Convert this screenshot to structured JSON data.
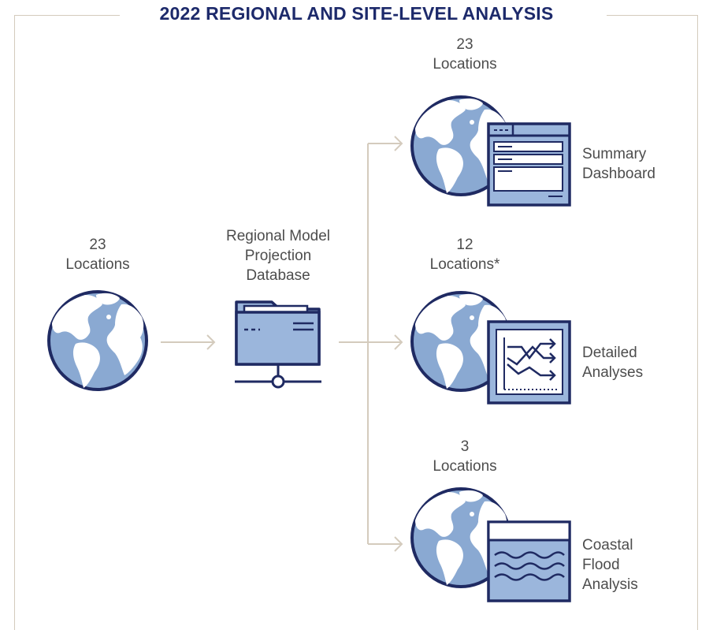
{
  "title": "2022 REGIONAL AND SITE-LEVEL ANALYSIS",
  "input": {
    "count": "23",
    "unit": "Locations"
  },
  "database": {
    "line1": "Regional Model",
    "line2": "Projection",
    "line3": "Database"
  },
  "outputs": [
    {
      "count": "23",
      "unit": "Locations",
      "label_line1": "Summary",
      "label_line2": "Dashboard",
      "label_line3": "",
      "icon": "dashboard-window-icon"
    },
    {
      "count": "12",
      "unit": "Locations*",
      "label_line1": "Detailed",
      "label_line2": "Analyses",
      "label_line3": "",
      "icon": "trend-chart-icon"
    },
    {
      "count": "3",
      "unit": "Locations",
      "label_line1": "Coastal",
      "label_line2": "Flood",
      "label_line3": "Analysis",
      "icon": "flood-waves-icon"
    }
  ],
  "colors": {
    "title": "#1d2a6b",
    "navy": "#1f2a62",
    "globe_blue": "#8aa9d2",
    "icon_fill": "#9bb6dc",
    "land": "#ffffff",
    "connector": "#d4cbbd",
    "text": "#4d4d4d"
  }
}
